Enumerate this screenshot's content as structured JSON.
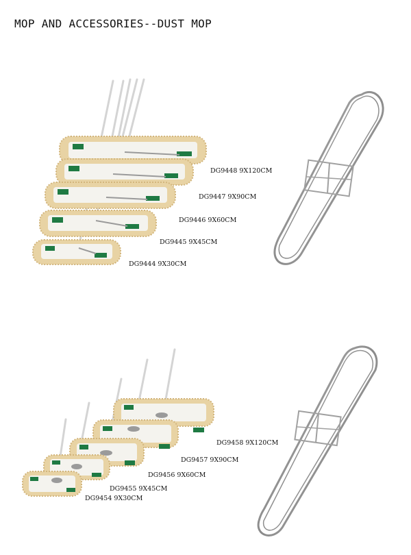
{
  "page": {
    "title": "MOP AND ACCESSORIES--DUST MOP"
  },
  "group1": {
    "labels": [
      "DG9448 9X120CM",
      "DG9447 9X90CM",
      "DG9446 9X60CM",
      "DG9445 9X45CM",
      "DG9444 9X30CM"
    ]
  },
  "group2": {
    "labels": [
      "DG9458 9X120CM",
      "DG9457 9X90CM",
      "DG9456 9X60CM",
      "DG9455 9X45CM",
      "DG9454 9X30CM"
    ]
  },
  "colors": {
    "fringe": "#e8d3a4",
    "fringe_edge": "#d2b57c",
    "pad": "#f4f3ee",
    "tag": "#1f7a43",
    "metal": "#9a9a9a",
    "handle": "#d6d6d6"
  }
}
